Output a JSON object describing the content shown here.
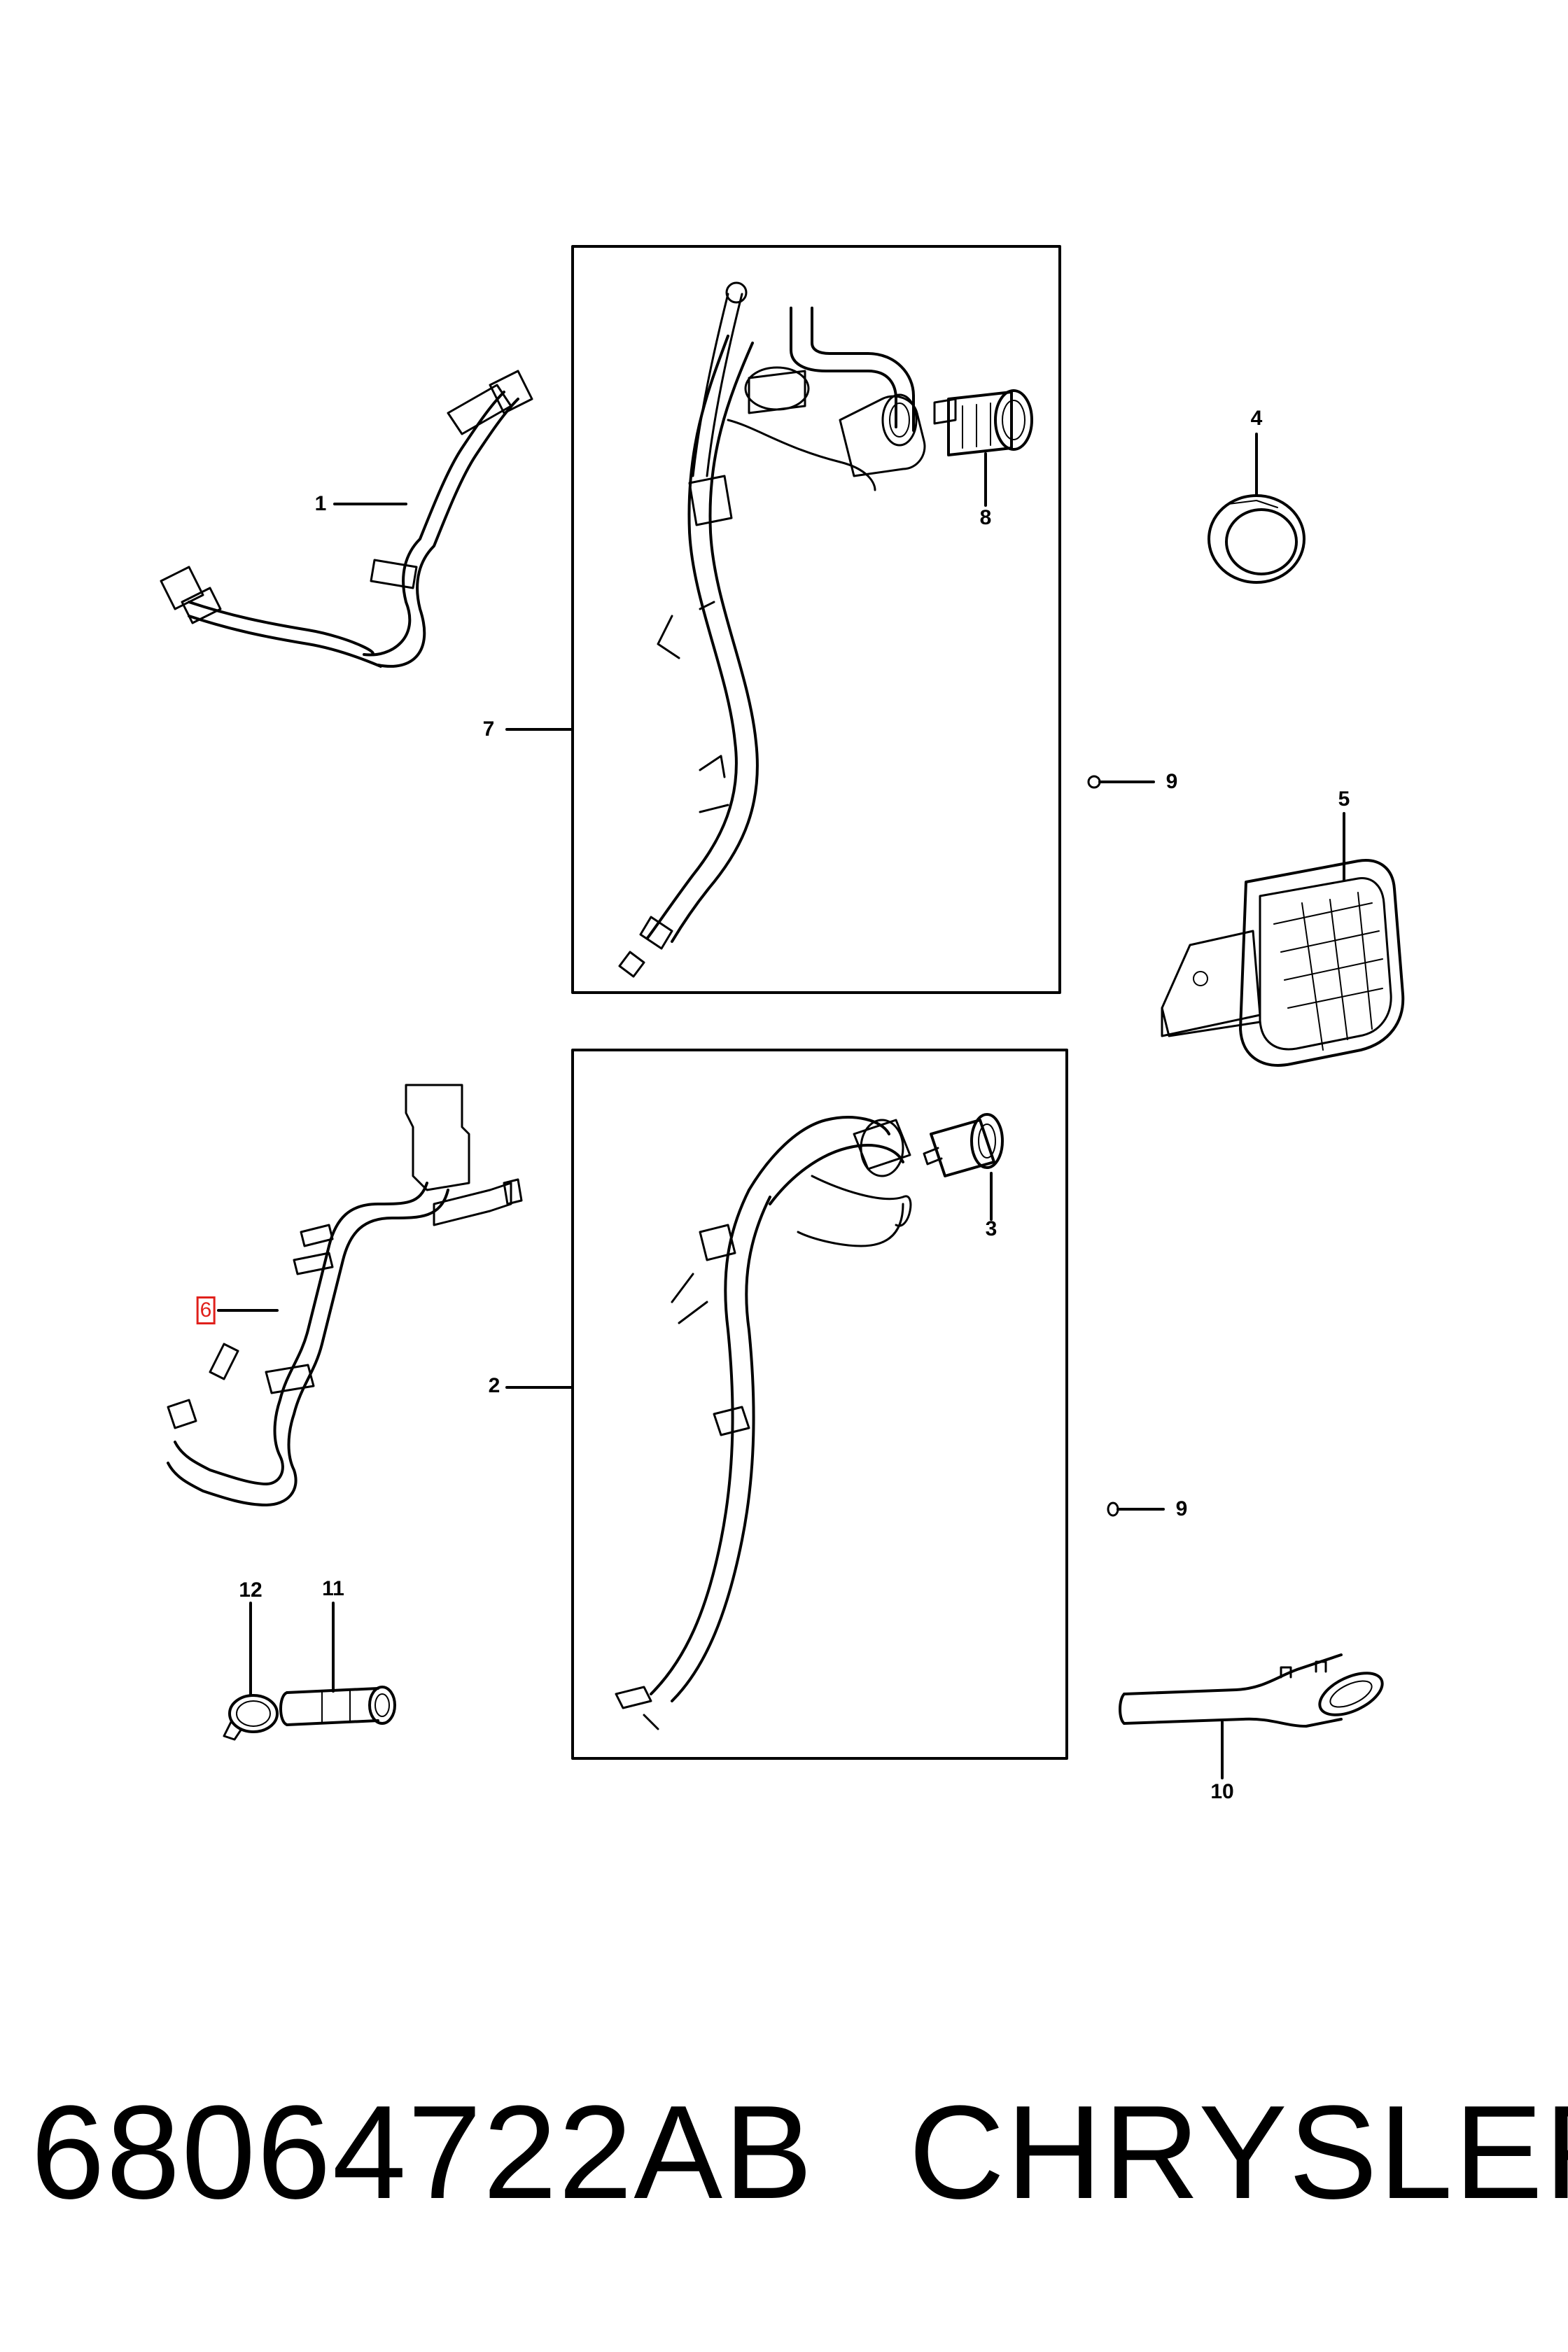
{
  "callouts": {
    "c1": "1",
    "c2": "2",
    "c3": "3",
    "c4": "4",
    "c5": "5",
    "c6": "6",
    "c7": "7",
    "c8": "8",
    "c9a": "9",
    "c9b": "9",
    "c10": "10",
    "c11": "11",
    "c12": "12"
  },
  "footer": {
    "part_number": "68064722AB",
    "brand": "CHRYSLER"
  },
  "colors": {
    "line": "#000000",
    "highlight": "#e0201b"
  }
}
